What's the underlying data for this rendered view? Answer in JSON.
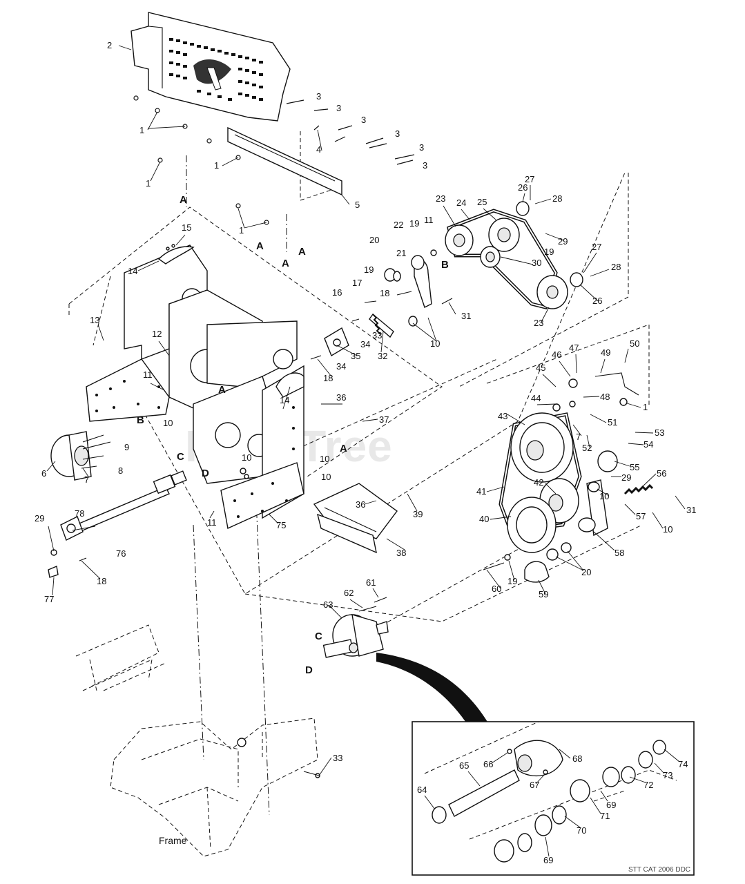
{
  "watermark": "PartsTree",
  "catalog_code": "STT CAT 2006 DDC",
  "frame_label": "Frame",
  "ref_letters": {
    "a": "A",
    "b": "B",
    "c": "C",
    "d": "D"
  },
  "callouts": {
    "n1": "1",
    "n2": "2",
    "n3": "3",
    "n4": "4",
    "n5": "5",
    "n6": "6",
    "n7": "7",
    "n8": "8",
    "n9": "9",
    "n10": "10",
    "n11": "11",
    "n12": "12",
    "n13": "13",
    "n14": "14",
    "n15": "15",
    "n16": "16",
    "n17": "17",
    "n18": "18",
    "n19": "19",
    "n20": "20",
    "n21": "21",
    "n22": "22",
    "n23": "23",
    "n24": "24",
    "n25": "25",
    "n26": "26",
    "n27": "27",
    "n28": "28",
    "n29": "29",
    "n30": "30",
    "n31": "31",
    "n32": "32",
    "n33": "33",
    "n34": "34",
    "n35": "35",
    "n36": "36",
    "n37": "37",
    "n38": "38",
    "n39": "39",
    "n40": "40",
    "n41": "41",
    "n42": "42",
    "n43": "43",
    "n44": "44",
    "n45": "45",
    "n46": "46",
    "n47": "47",
    "n48": "48",
    "n49": "49",
    "n50": "50",
    "n51": "51",
    "n52": "52",
    "n53": "53",
    "n54": "54",
    "n55": "55",
    "n56": "56",
    "n57": "57",
    "n58": "58",
    "n59": "59",
    "n60": "60",
    "n61": "61",
    "n62": "62",
    "n63": "63",
    "n64": "64",
    "n65": "65",
    "n66": "66",
    "n67": "67",
    "n68": "68",
    "n69": "69",
    "n70": "70",
    "n71": "71",
    "n72": "72",
    "n73": "73",
    "n74": "74",
    "n75": "75",
    "n76": "76",
    "n77": "77",
    "n78": "78"
  }
}
